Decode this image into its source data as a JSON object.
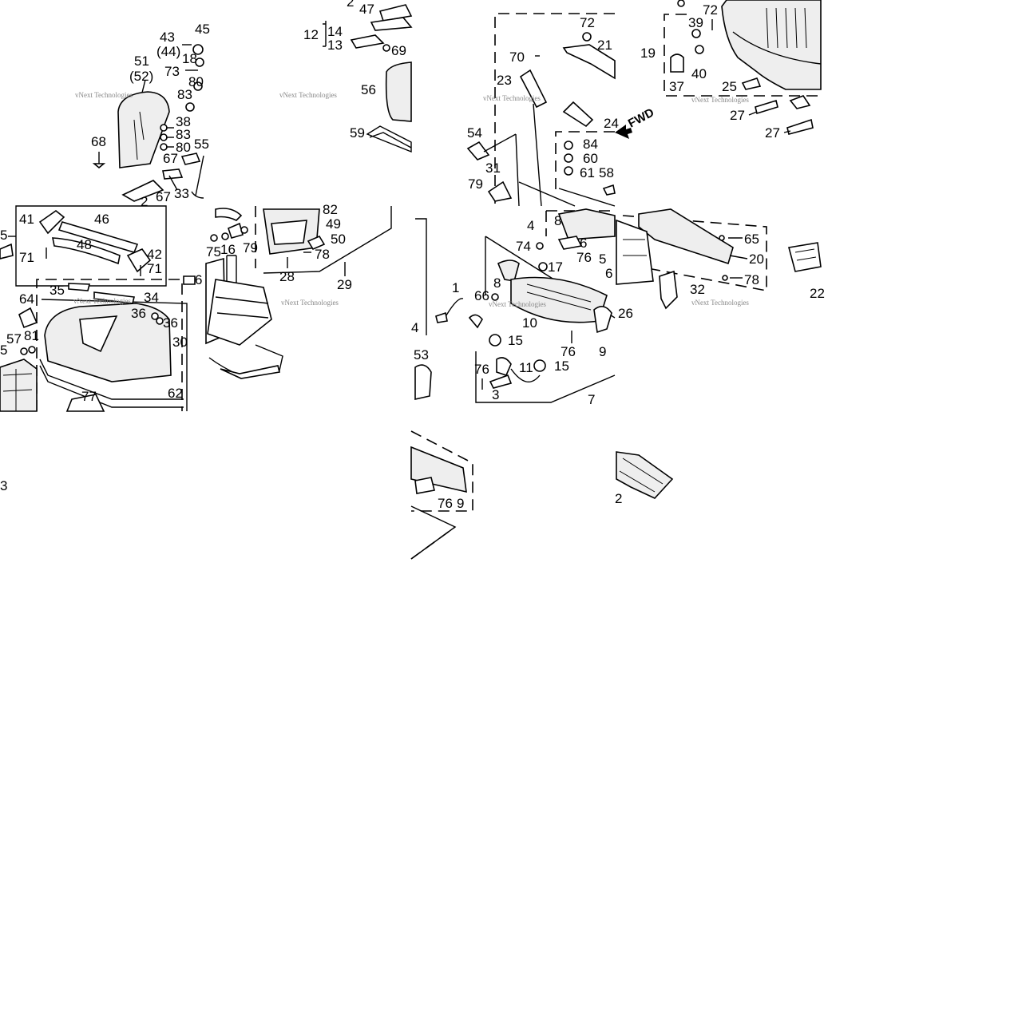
{
  "labels": {
    "l43": "43",
    "l44": "(44)",
    "l45": "45",
    "l18": "18",
    "l73": "73",
    "l80a": "80",
    "l83a": "83",
    "l51": "51",
    "l52": "(52)",
    "l68": "68",
    "l38": "38",
    "l83b": "83",
    "l80b": "80",
    "l55": "55",
    "l67a": "67",
    "l67b": "67",
    "l33": "33",
    "l2a": "2",
    "l2b": "2",
    "l47": "47",
    "l12": "12",
    "l14": "14",
    "l13": "13",
    "l69": "69",
    "l56": "56",
    "l59": "59",
    "l41": "41",
    "l46": "46",
    "l5a": "5",
    "l48": "48",
    "l42": "42",
    "l71a": "71",
    "l71b": "71",
    "l6a": "6",
    "l35": "35",
    "l34": "34",
    "l64": "64",
    "l36a": "36",
    "l36b": "36",
    "l30": "30",
    "l57": "57",
    "l81": "81",
    "l5b": "5",
    "l62": "62",
    "l77": "77",
    "l3a": "3",
    "l82": "82",
    "l49": "49",
    "l50": "50",
    "l78a": "78",
    "l16": "16",
    "l79a": "79",
    "l75": "75",
    "l28": "28",
    "l29": "29",
    "l72a": "72",
    "l21": "21",
    "l70": "70",
    "l23": "23",
    "l24": "24",
    "fwd": "FWD",
    "l54": "54",
    "l31": "31",
    "l79b": "79",
    "l84": "84",
    "l60": "60",
    "l61": "61",
    "l58": "58",
    "l39": "39",
    "l72b": "72",
    "l19": "19",
    "l40": "40",
    "l37": "37",
    "l25": "25",
    "l27a": "27",
    "l27b": "27",
    "l4a": "4",
    "l8a": "8",
    "l6b": "6",
    "l74": "74",
    "l76a": "76",
    "l5c": "5",
    "l17": "17",
    "l6c": "6",
    "l8b": "8",
    "l1": "1",
    "l66": "66",
    "l10": "10",
    "l26": "26",
    "l15a": "15",
    "l76b": "76",
    "l9a": "9",
    "l76c": "76",
    "l11": "11",
    "l15b": "15",
    "l3b": "3",
    "l7": "7",
    "l53": "53",
    "l4b": "4",
    "l65": "65",
    "l20": "20",
    "l32": "32",
    "l78b": "78",
    "l22": "22",
    "l76d": "76",
    "l9b": "9",
    "l2c": "2"
  },
  "watermarks": {
    "w1": "vNext Technologies",
    "w2": "vNext Technologies",
    "w3": "vNext Technologies",
    "w4": "vNext Technologies",
    "w5": "vNext Technologies",
    "w6": "vNext Technologies",
    "w7": "vNext Technologies"
  },
  "fwd_arrow_icon": "arrow-left-icon"
}
